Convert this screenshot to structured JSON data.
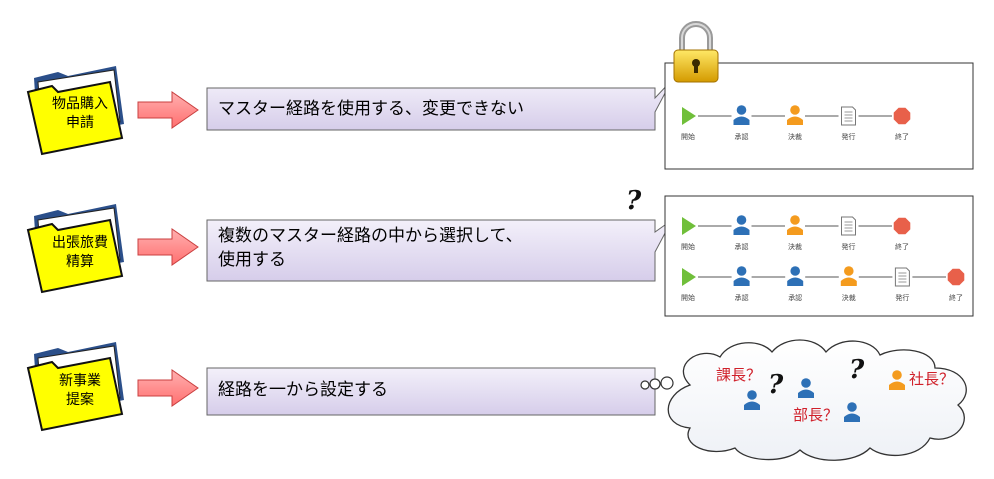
{
  "rows": [
    {
      "id": "goods",
      "folder_label": "物品購入\n申請",
      "description": "マスター経路を使用する、変更できない",
      "routes": [
        [
          {
            "type": "start",
            "label": "開始"
          },
          {
            "type": "person-blue",
            "label": "承認"
          },
          {
            "type": "person-orange",
            "label": "決裁"
          },
          {
            "type": "document",
            "label": "発行"
          },
          {
            "type": "end",
            "label": "終了"
          }
        ]
      ]
    },
    {
      "id": "travel",
      "folder_label": "出張旅費\n精算",
      "description": "複数のマスター経路の中から選択して、\n使用する",
      "routes": [
        [
          {
            "type": "start",
            "label": "開始"
          },
          {
            "type": "person-blue",
            "label": "承認"
          },
          {
            "type": "person-orange",
            "label": "決裁"
          },
          {
            "type": "document",
            "label": "発行"
          },
          {
            "type": "end",
            "label": "終了"
          }
        ],
        [
          {
            "type": "start",
            "label": "開始"
          },
          {
            "type": "person-blue",
            "label": "承認"
          },
          {
            "type": "person-blue",
            "label": "承認"
          },
          {
            "type": "person-orange",
            "label": "決裁"
          },
          {
            "type": "document",
            "label": "発行"
          },
          {
            "type": "end",
            "label": "終了"
          }
        ]
      ]
    },
    {
      "id": "newbiz",
      "folder_label": "新事業\n提案",
      "description": "経路を一から設定する",
      "cloud_labels": [
        "課長？",
        "部長？",
        "社長？"
      ]
    }
  ],
  "colors": {
    "folder_fill": "#ffff00",
    "arrow_fill": "#ff7f7f",
    "box_fill": "#ddd6ee",
    "person_blue": "#2d70b6",
    "person_orange": "#f49b1e",
    "start_green": "#70bf3a",
    "end_red": "#e8604a",
    "cloud_text": "#d0202a"
  },
  "icons": [
    "folder-icon",
    "right-arrow-icon",
    "padlock-icon",
    "question-mark-icon",
    "person-icon",
    "play-icon",
    "document-icon",
    "stop-octagon-icon",
    "thought-cloud-icon"
  ]
}
